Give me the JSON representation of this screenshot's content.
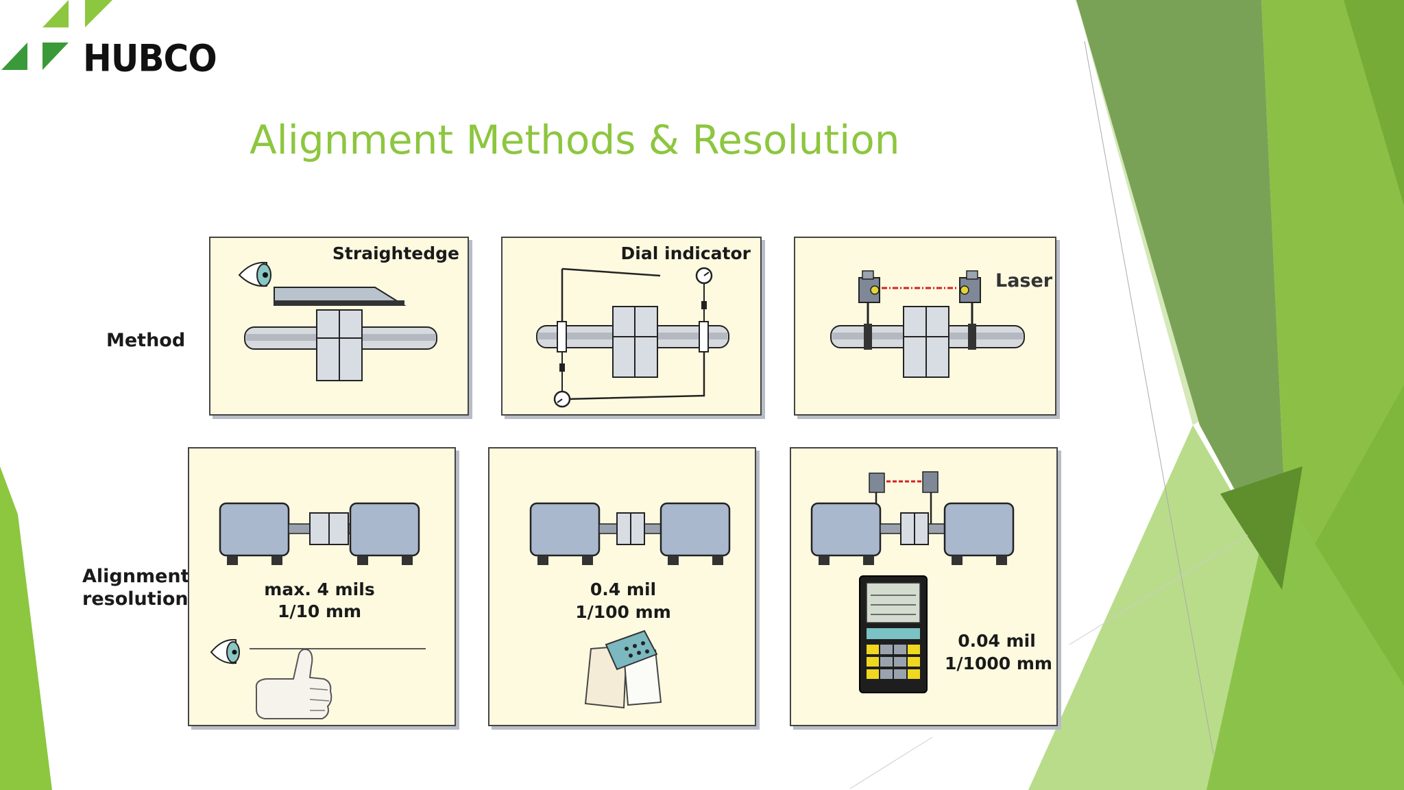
{
  "brand": {
    "name": "HUBCO"
  },
  "slide": {
    "title": "Alignment Methods & Resolution",
    "row_labels": {
      "method": "Method",
      "resolution_line1": "Alignment",
      "resolution_line2": "resolution"
    },
    "methods": [
      {
        "label": "Straightedge"
      },
      {
        "label": "Dial indicator"
      },
      {
        "label": "Laser"
      }
    ],
    "resolutions": [
      {
        "line1": "max. 4 mils",
        "line2": "1/10 mm"
      },
      {
        "line1": "0.4 mil",
        "line2": "1/100 mm"
      },
      {
        "line1": "0.04 mil",
        "line2": "1/1000 mm"
      }
    ]
  },
  "colors": {
    "accent": "#8dc63f",
    "green_dark": "#6b9a3c",
    "green_light": "#c9e3a5",
    "panel_bg": "#fdfae0",
    "machine": "#a9b8cc"
  }
}
